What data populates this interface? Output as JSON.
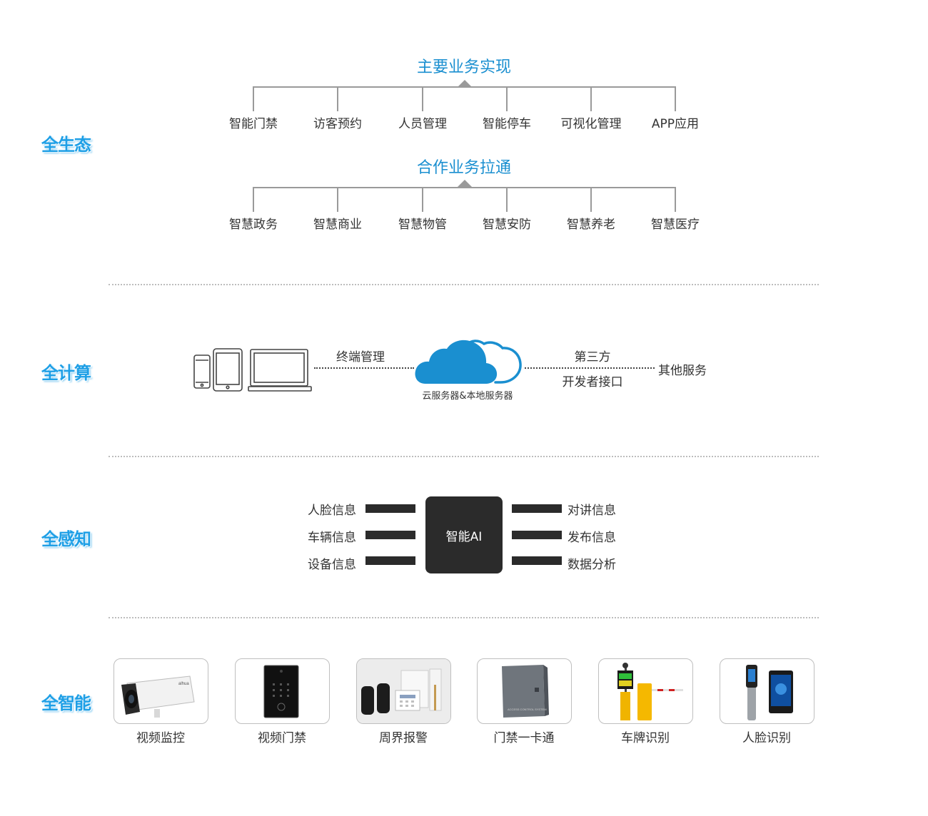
{
  "sections": {
    "ecology": "全生态",
    "compute": "全计算",
    "sense": "全感知",
    "smart": "全智能"
  },
  "ecology": {
    "main_title": "主要业务实现",
    "main_items": [
      "智能门禁",
      "访客预约",
      "人员管理",
      "智能停车",
      "可视化管理",
      "APP应用"
    ],
    "coop_title": "合作业务拉通",
    "coop_items": [
      "智慧政务",
      "智慧商业",
      "智慧物管",
      "智慧安防",
      "智慧养老",
      "智慧医疗"
    ]
  },
  "compute": {
    "terminal_label": "终端管理",
    "cloud_label": "云服务器&本地服务器",
    "third_party_line1": "第三方",
    "third_party_line2": "开发者接口",
    "other_services": "其他服务"
  },
  "sense": {
    "center": "智能AI",
    "left": [
      "人脸信息",
      "车辆信息",
      "设备信息"
    ],
    "right": [
      "对讲信息",
      "发布信息",
      "数据分析"
    ]
  },
  "smart": {
    "devices": [
      "视频监控",
      "视频门禁",
      "周界报警",
      "门禁一卡通",
      "车牌识别",
      "人脸识别"
    ]
  },
  "colors": {
    "accent": "#1e9fe6",
    "cloud": "#1a8fd0",
    "dark_box": "#2b2b2b"
  }
}
